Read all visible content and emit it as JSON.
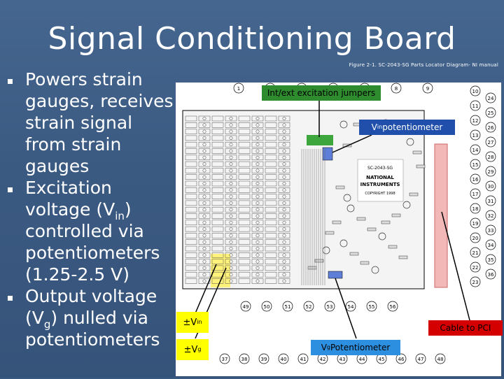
{
  "slide": {
    "title": "Signal Conditioning Board",
    "caption": "Figure 2-1. SC-2043-SG Parts Locator Diagram- NI manual"
  },
  "bullets": [
    {
      "text_a": "Powers strain gauges, receives strain signal from strain gauges",
      "sub": "",
      "text_b": ""
    },
    {
      "text_a": "Excitation voltage (V",
      "sub": "in",
      "text_b": ") controlled via potentiometers (1.25-2.5 V)"
    },
    {
      "text_a": "Output voltage (V",
      "sub": "g",
      "text_b": ") nulled via potentiometers"
    }
  ],
  "diagram": {
    "board_text_lines": [
      "SC-2043-SG",
      "NATIONAL",
      "INSTRUMENTS",
      "COPYRIGHT 1998"
    ],
    "callout_numbers": [
      "1",
      "2",
      "3",
      "5",
      "7",
      "8",
      "9",
      "10",
      "11",
      "12",
      "13",
      "14",
      "15",
      "16",
      "17",
      "18",
      "19",
      "20",
      "21",
      "22",
      "23",
      "24",
      "25",
      "26",
      "27",
      "28",
      "29",
      "30",
      "31",
      "32",
      "33",
      "34",
      "35",
      "36",
      "37",
      "38",
      "39",
      "40",
      "41",
      "42",
      "43",
      "44",
      "45",
      "46",
      "47",
      "48",
      "49",
      "50",
      "51",
      "52",
      "53",
      "54",
      "55",
      "56"
    ],
    "labels": {
      "jumpers": "Int/ext excitation jumpers",
      "vin_pot_pre": "V",
      "vin_pot_sub": "in",
      "vin_pot_post": " potentiometer",
      "vin_pre": "±V",
      "vin_sub": "in",
      "vg_pre": "±V",
      "vg_sub": "g",
      "cable": "Cable to PCI",
      "vg_pot_pre": "V",
      "vg_pot_sub": "g",
      "vg_pot_post": " Potentiometer"
    },
    "colors": {
      "jumpers_box": "#2e8b2e",
      "vin_pot_box": "#1f4faa",
      "supply_boxes": "#ffff00",
      "cable_box": "#d40000",
      "vg_pot_box": "#2d8fdf",
      "background": "#3b5a82"
    }
  }
}
